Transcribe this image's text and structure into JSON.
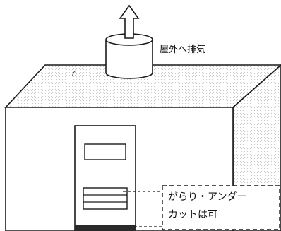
{
  "labels": {
    "exhaust": "屋外へ排気",
    "note_line1": "がらり・アンダー",
    "note_line2": "カットは可"
  },
  "colors": {
    "line": "#1a1a1a",
    "hatch": "#bdbdbd",
    "background": "#ffffff"
  }
}
